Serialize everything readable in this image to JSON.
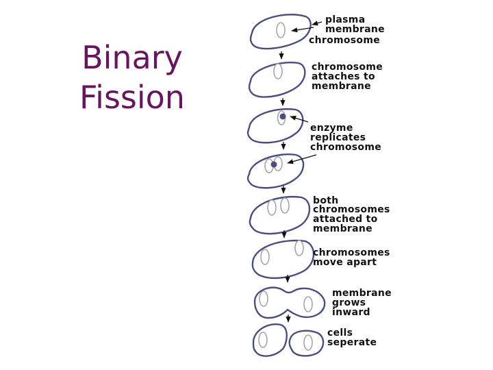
{
  "title": {
    "line1": "Binary",
    "line2": "Fission"
  },
  "colors": {
    "title": "#66155e",
    "membrane": "#4a4d7e",
    "chromosome": "#a3a5ad",
    "text": "#111111"
  },
  "steps": [
    {
      "lines": [
        "plasma",
        "membrane",
        "chromosome"
      ]
    },
    {
      "lines": [
        "chromosome",
        "attaches to",
        "membrane"
      ]
    },
    {
      "lines": [
        "enzyme",
        "replicates",
        "chromosome"
      ]
    },
    {
      "lines": [
        "both",
        "chromosomes",
        "attached to",
        "membrane"
      ]
    },
    {
      "lines": [
        "chromosomes",
        "move apart"
      ]
    },
    {
      "lines": [
        "membrane",
        "grows",
        "inward"
      ]
    },
    {
      "lines": [
        "cells",
        "seperate"
      ]
    }
  ]
}
